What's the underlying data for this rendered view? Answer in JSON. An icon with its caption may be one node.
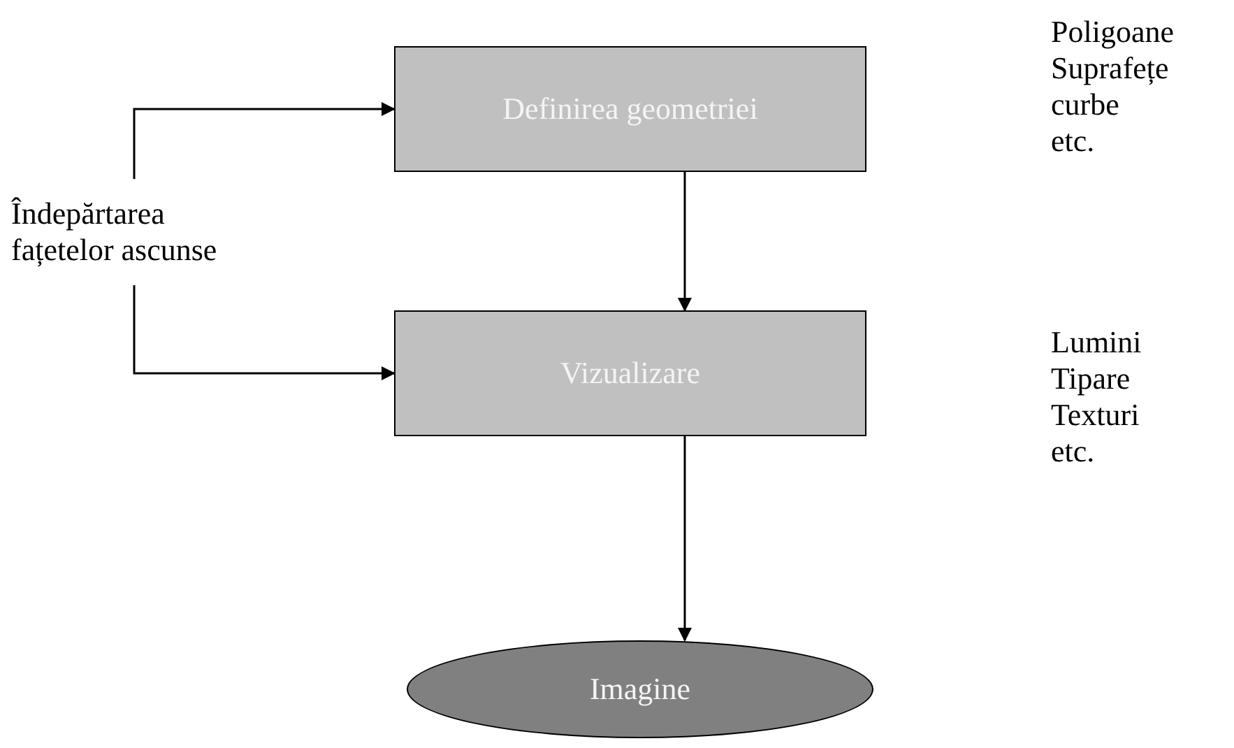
{
  "diagram": {
    "nodes": [
      {
        "text": [
          "Definirea geometriei"
        ],
        "beside": [
          "Poligoane",
          "Suprafețe curbe",
          "etc."
        ]
      },
      {
        "text": [
          "Vizualizare"
        ],
        "beside": [
          "Lumini",
          "Tipare",
          "Texturi",
          "etc."
        ]
      },
      {
        "text": [
          "Imagine"
        ]
      },
      {
        "text": [
          "Îndepărtarea fațetelor ascunse"
        ]
      }
    ],
    "edges": [
      {
        "from": 3,
        "to": 0,
        "arrow": "to"
      },
      {
        "from": 3,
        "to": 1,
        "arrow": "to"
      },
      {
        "from": 0,
        "to": 1,
        "arrow": "to"
      },
      {
        "from": 1,
        "to": 2,
        "arrow": "to"
      }
    ]
  }
}
